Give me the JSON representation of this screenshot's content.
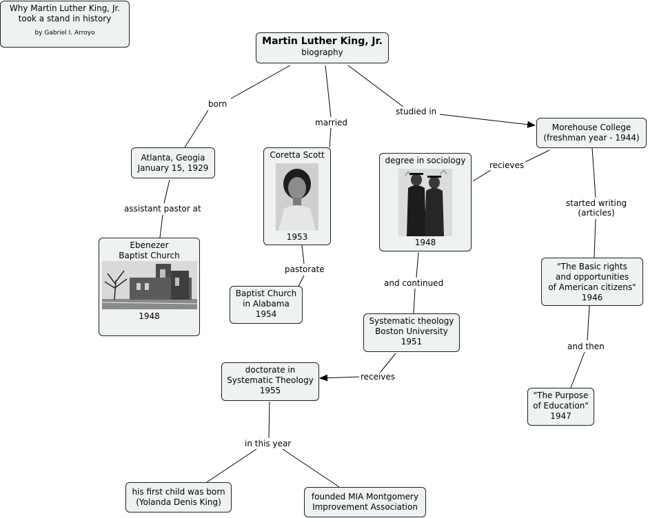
{
  "header": {
    "line1": "Why Martin Luther King, Jr.",
    "line2": "took a stand in history",
    "author": "by Gabriel I. Arroyo"
  },
  "nodes": {
    "mlk": {
      "title": "Martin Luther King, Jr.",
      "subtitle": "biography"
    },
    "atlanta": {
      "line1": "Atlanta, Geogia",
      "line2": "January 15, 1929"
    },
    "ebenezer": {
      "line1": "Ebenezer",
      "line2": "Baptist Church",
      "year": "1948"
    },
    "coretta": {
      "name": "Coretta Scott",
      "year": "1953"
    },
    "baptist_alabama": {
      "line1": "Baptist Church",
      "line2": "in Alabama",
      "line3": "1954"
    },
    "sociology": {
      "label": "degree in sociology",
      "year": "1948"
    },
    "morehouse": {
      "line1": "Morehouse College",
      "line2": "(freshman year - 1944)"
    },
    "basic_rights": {
      "line1": "\"The Basic rights",
      "line2": "and opportunities",
      "line3": "of American citizens\"",
      "line4": "1946"
    },
    "purpose": {
      "line1": "\"The Purpose",
      "line2": "of Education\"",
      "line3": "1947"
    },
    "boston": {
      "line1": "Systematic theology",
      "line2": "Boston University",
      "line3": "1951"
    },
    "doctorate": {
      "line1": "doctorate in",
      "line2": "Systematic Theology",
      "line3": "1955"
    },
    "first_child": {
      "line1": "his first child was born",
      "line2": "(Yolanda Denis King)"
    },
    "mia": {
      "line1": "founded MIA Montgomery",
      "line2": "Improvement Association"
    }
  },
  "links": {
    "born": "born",
    "married": "married",
    "studied_in": "studied in",
    "assistant_pastor_at": "assistant pastor at",
    "pastorate": "pastorate",
    "recieves": "recieves",
    "started_writing_1": "started writing",
    "started_writing_2": "(articles)",
    "and_continued": "and continued",
    "and_then": "and then",
    "receives": "receives",
    "in_this_year": "in this year"
  },
  "colors": {
    "node_fill": "#eef2f3",
    "node_border": "#1f1f1f",
    "line": "#000000"
  }
}
